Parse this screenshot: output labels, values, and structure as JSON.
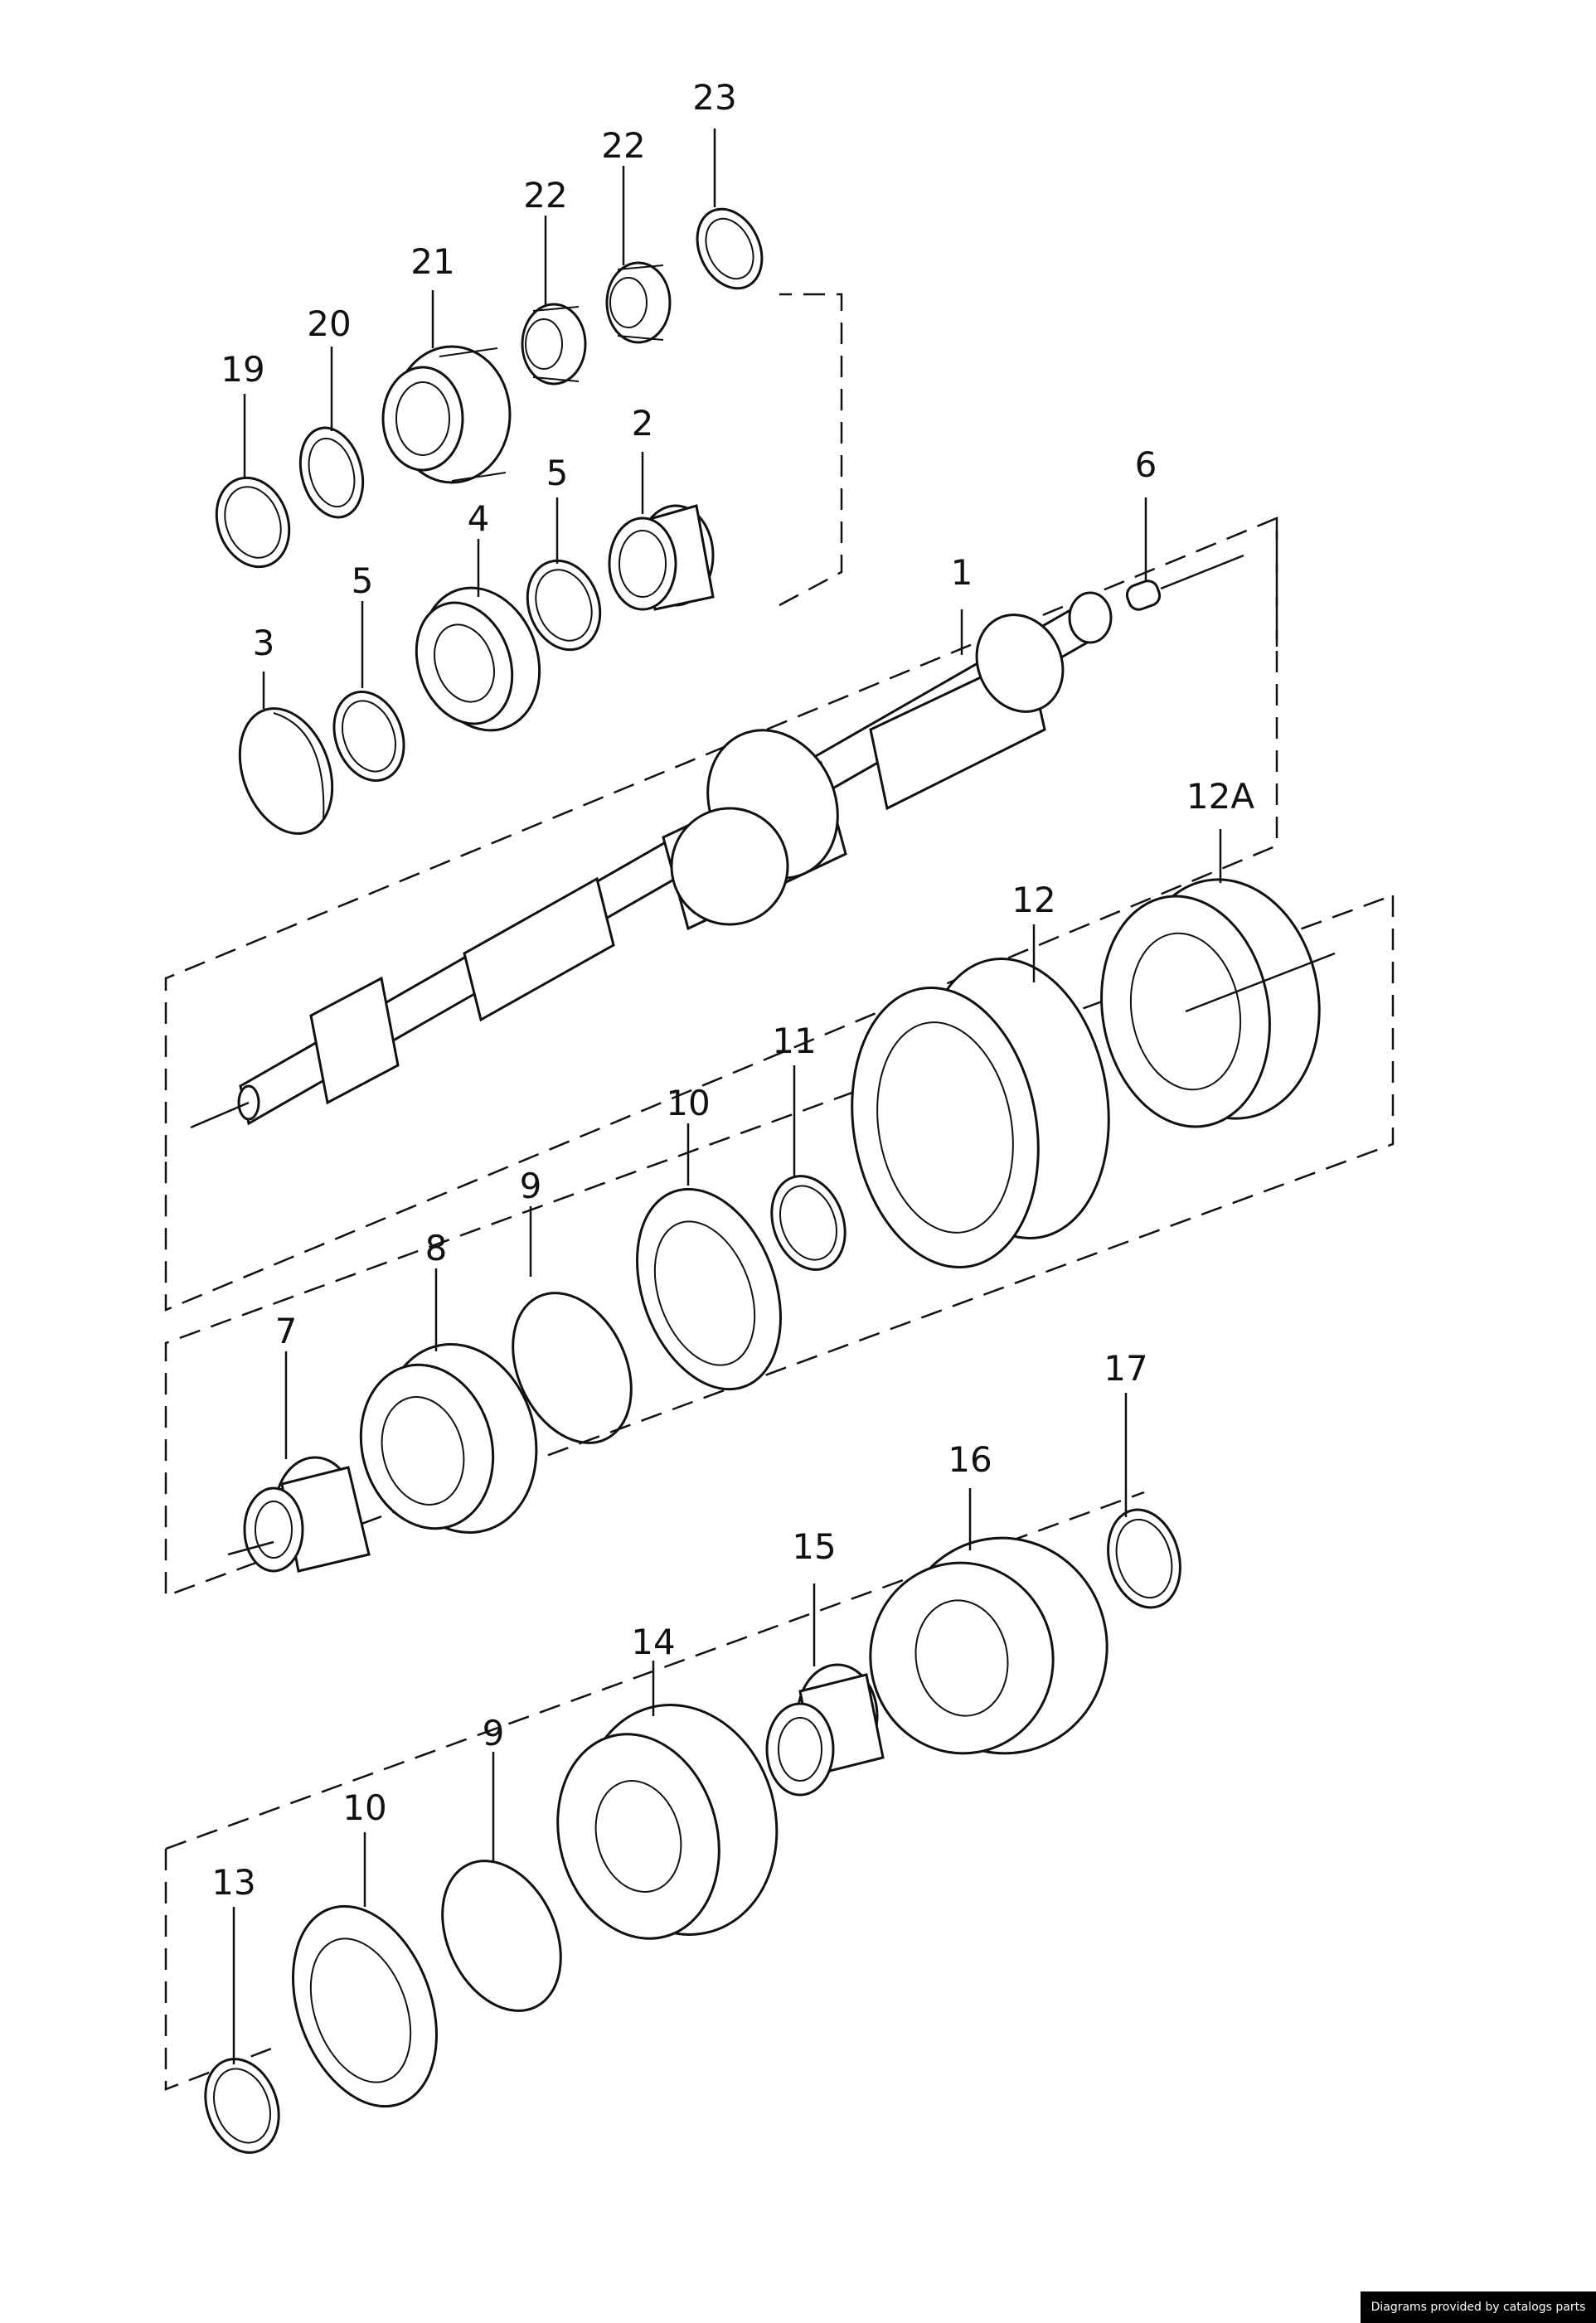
{
  "callouts": {
    "p1": "1",
    "p2": "2",
    "p3": "3",
    "p4": "4",
    "p5a": "5",
    "p5b": "5",
    "p6": "6",
    "p7": "7",
    "p8": "8",
    "p9a": "9",
    "p9b": "9",
    "p10a": "10",
    "p10b": "10",
    "p11": "11",
    "p12": "12",
    "p12a": "12A",
    "p13": "13",
    "p14": "14",
    "p15": "15",
    "p16": "16",
    "p17": "17",
    "p19": "19",
    "p20": "20",
    "p21": "21",
    "p22a": "22",
    "p22b": "22",
    "p23": "23"
  },
  "credit": "Diagrams provided by catalogs parts"
}
